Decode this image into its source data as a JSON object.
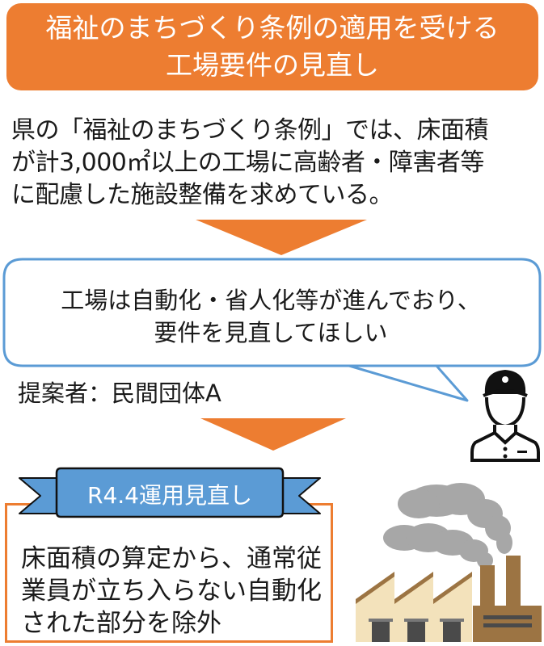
{
  "title": {
    "line1": "福祉のまちづくり条例の適用を受ける",
    "line2": "工場要件の見直し",
    "color": "#ED7D31"
  },
  "intro": {
    "line1": "県の「福祉のまちづくり条例」では、床面積",
    "line2": "が計3,000㎡以上の工場に高齢者・障害者等",
    "line3": "に配慮した施設整備を求めている。"
  },
  "bubble": {
    "line1": "工場は自動化・省人化等が進んでおり、",
    "line2": "要件を見直してほしい",
    "border_color": "#5B9BD5"
  },
  "proposer": {
    "label": "提案者：民間団体A"
  },
  "icons": {
    "arrow": "down-arrow-icon",
    "worker": "worker-cap-icon",
    "factory": "factory-icon"
  },
  "ribbon": {
    "label": "R4.4運用見直し",
    "color": "#5B9BD5"
  },
  "result": {
    "line1": "床面積の算定から、通常従",
    "line2": "業員が立ち入らない自動化",
    "line3": "された部分を除外"
  }
}
